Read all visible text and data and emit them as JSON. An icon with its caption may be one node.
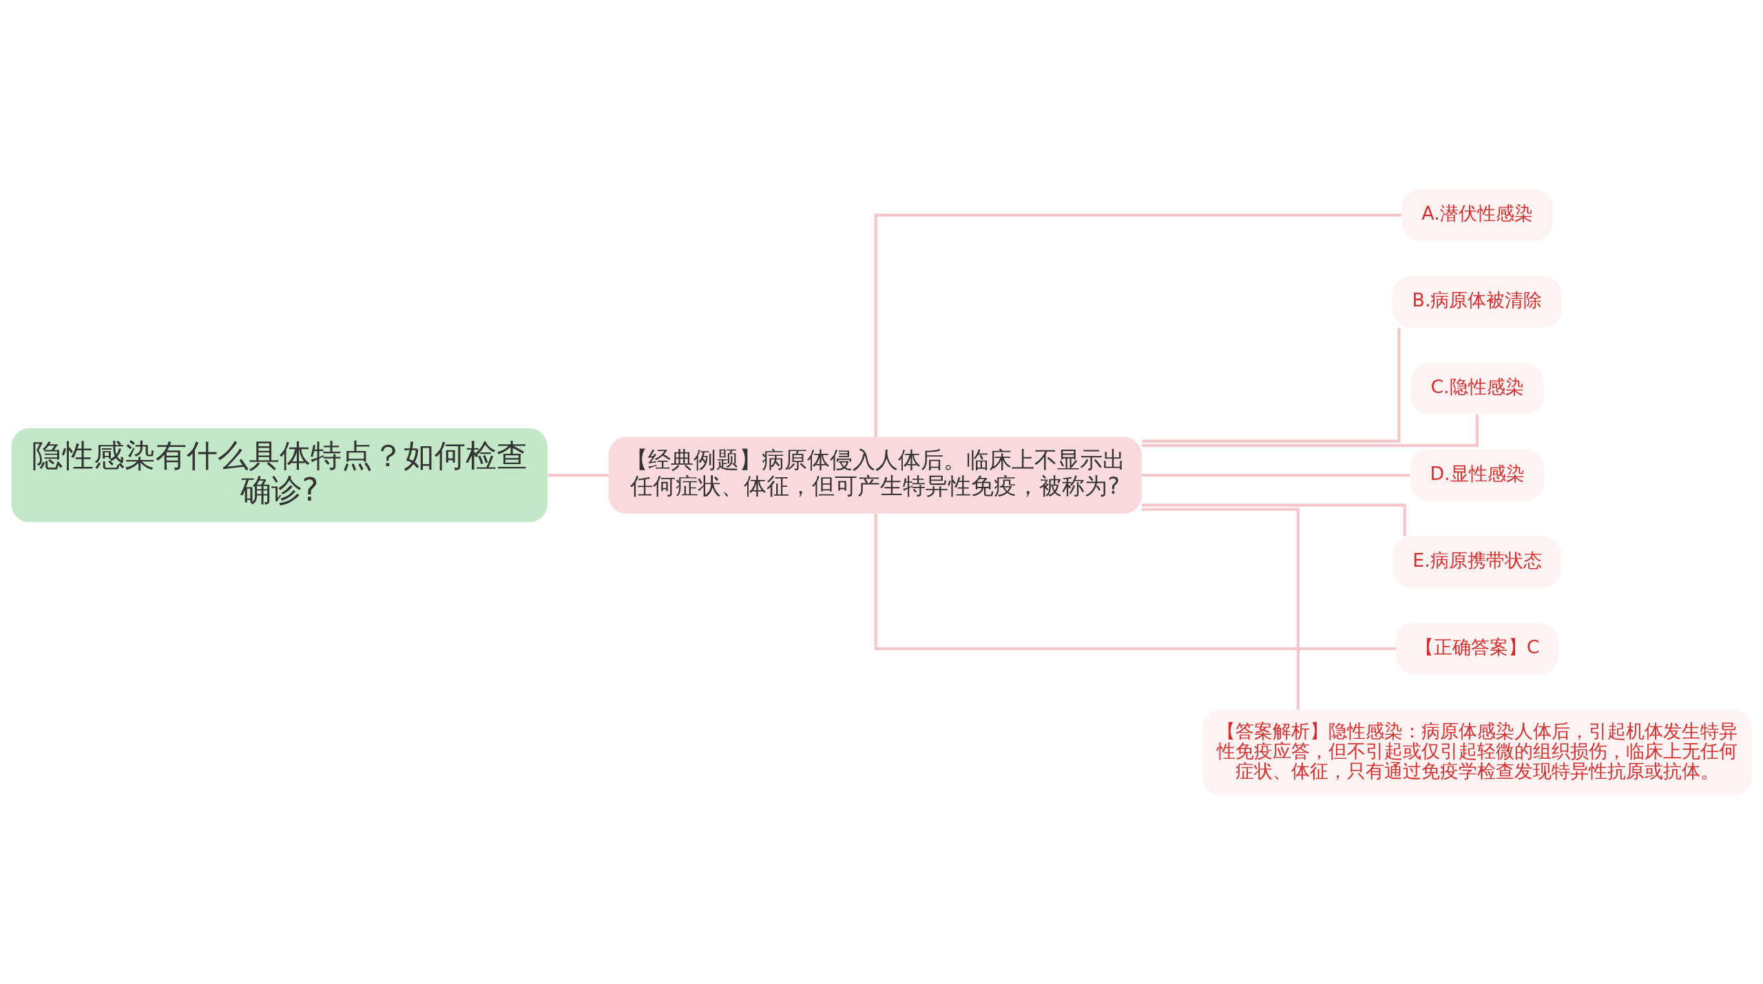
{
  "diagram": {
    "nodes": [
      {
        "text": [
          "隐性感染有什么具体特点？如何检查确诊?"
        ]
      },
      {
        "text": [
          "【经典例题】病原体侵入人体后。临床上不显示出任何症状、体征，但可产生特异性免疫，被称为?"
        ]
      },
      {
        "text": [
          "A.潜伏性感染"
        ]
      },
      {
        "text": [
          "B.病原体被清除"
        ]
      },
      {
        "text": [
          "C.隐性感染"
        ]
      },
      {
        "text": [
          "D.显性感染"
        ]
      },
      {
        "text": [
          "E.病原携带状态"
        ]
      },
      {
        "text": [
          "【正确答案】C"
        ]
      },
      {
        "text": [
          "【答案解析】隐性感染：病原体感染人体后，引起机体发生特异性免疫应答，但不引起或仅引起轻微的组织损伤，临床上无任何症状、体征，只有通过免疫学检查发现特异性抗原或抗体。"
        ]
      }
    ],
    "edges": [
      {
        "from": 0,
        "to": 1,
        "arrow": "none"
      },
      {
        "from": 1,
        "to": 2,
        "arrow": "none"
      },
      {
        "from": 1,
        "to": 3,
        "arrow": "none"
      },
      {
        "from": 1,
        "to": 4,
        "arrow": "none"
      },
      {
        "from": 1,
        "to": 5,
        "arrow": "none"
      },
      {
        "from": 1,
        "to": 6,
        "arrow": "none"
      },
      {
        "from": 1,
        "to": 7,
        "arrow": "none"
      },
      {
        "from": 1,
        "to": 8,
        "arrow": "none"
      }
    ]
  }
}
